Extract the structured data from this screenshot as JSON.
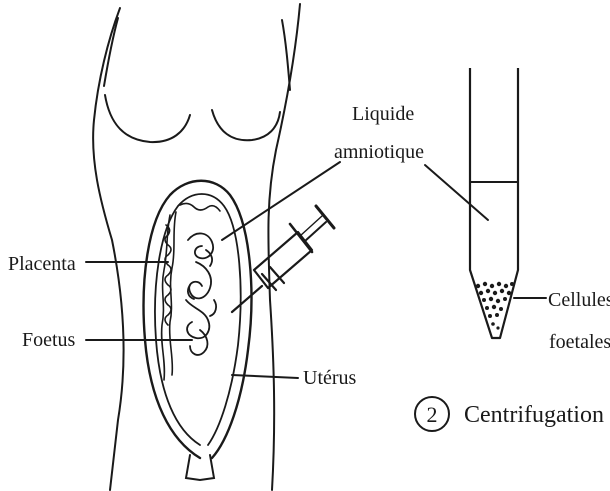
{
  "labels": {
    "liquide_line1": "Liquide",
    "liquide_line2": "amniotique",
    "placenta": "Placenta",
    "foetus": "Foetus",
    "uterus": "Utérus",
    "cellules_line1": "Cellules",
    "cellules_line2": "foetales",
    "step_number": "2",
    "step_title": "Centrifugation"
  },
  "colors": {
    "ink": "#1a1a1a",
    "background": "#ffffff"
  }
}
